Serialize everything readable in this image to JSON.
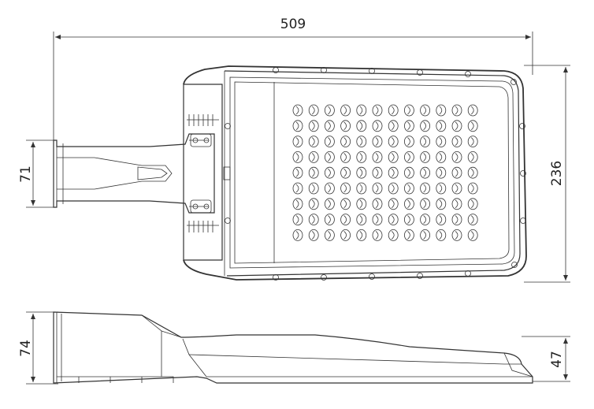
{
  "dimensions": {
    "overall_length": "509",
    "head_width": "236",
    "arm_width": "71",
    "arm_height": "74",
    "head_height": "47"
  },
  "colors": {
    "stroke": "#333333",
    "background": "#ffffff"
  },
  "led_array": {
    "columns": 12,
    "rows": 9
  }
}
